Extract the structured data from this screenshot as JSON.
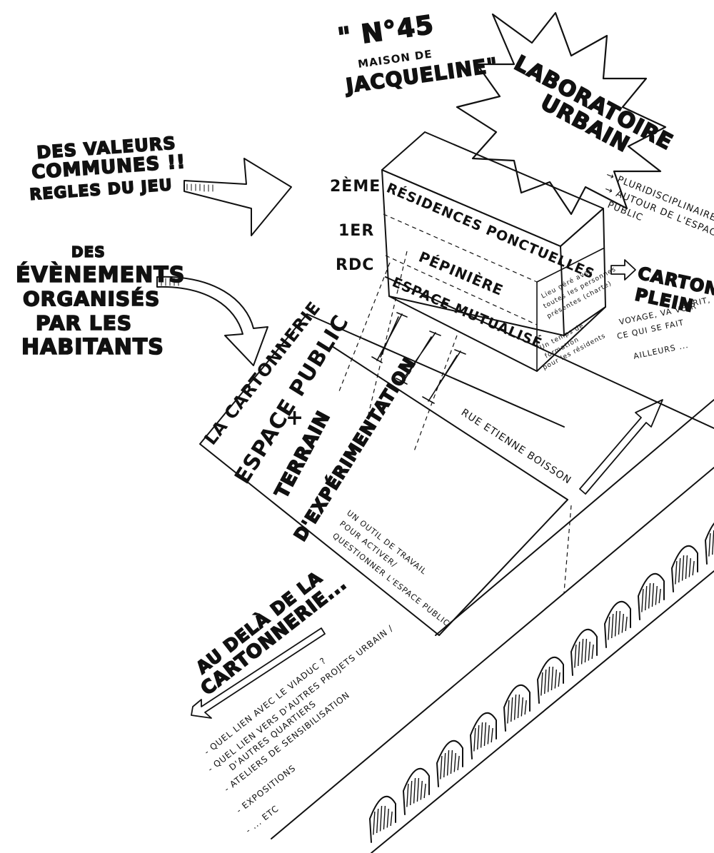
{
  "house": {
    "number": "\" N°45",
    "name_line1": "MAISON DE",
    "name_line2": "JACQUELINE\""
  },
  "lab": {
    "line1": "LABORATOIRE",
    "line2": "URBAIN",
    "bullet1": "→ PLURIDISCIPLINAIRE",
    "bullet2": "→ AUTOUR DE L'ESPACE",
    "bullet3": "PUBLIC"
  },
  "values": {
    "line1": "DES VALEURS",
    "line2": "COMMUNES !!",
    "line3": "REGLES DU JEU"
  },
  "events": {
    "line1": "DES",
    "line2": "ÉVÈNEMENTS",
    "line3": "ORGANISÉS",
    "line4": "PAR LES",
    "line5": "HABITANTS"
  },
  "floors": {
    "second": "2ÈME",
    "first": "1ER",
    "ground": "RDC"
  },
  "building": {
    "floor2_label": "RÉSIDENCES PONCTUELLES",
    "floor1_label": "PÉPINIÈRE",
    "ground_label": "ESPACE MUTUALISÉ",
    "side_note1": "Lieu géré avec",
    "side_note2": "toutes les personnes",
    "side_note3": "présentes (charte)",
    "side_note4": "Un temps de",
    "side_note5": "formation",
    "side_note6": "pour les résidents"
  },
  "carton": {
    "line1": "CARTON",
    "line2": "PLEIN",
    "note1": "ÉCRIT,",
    "note2": "VOYAGE, VA VOIR",
    "note3": "CE QUI SE FAIT",
    "note4": "AILLEURS ..."
  },
  "street": {
    "name": "RUE ETIENNE BOISSON"
  },
  "plaza": {
    "line1": "LA CARTONNERIE",
    "line2": "ESPACE PUBLIC",
    "plus": "+",
    "line3": "TERRAIN",
    "line4": "D'EXPÉRIMENTATION",
    "tool1": "UN OUTIL DE TRAVAIL",
    "tool2": "POUR ACTIVER/",
    "tool3": "QUESTIONNER L'ESPACE PUBLIC"
  },
  "beyond": {
    "title1": "AU DELÀ DE LA",
    "title2": "CARTONNERIE...",
    "item1": "- QUEL LIEN AVEC LE VIADUC ?",
    "item2": "- QUEL LIEN VERS D'AUTRES PROJETS URBAIN /",
    "item2b": "D'AUTRES QUARTIERS",
    "item3": "- ATELIERS DE SENSIBILISATION",
    "item4": "- EXPOSITIONS",
    "item5": "- ... ETC"
  }
}
